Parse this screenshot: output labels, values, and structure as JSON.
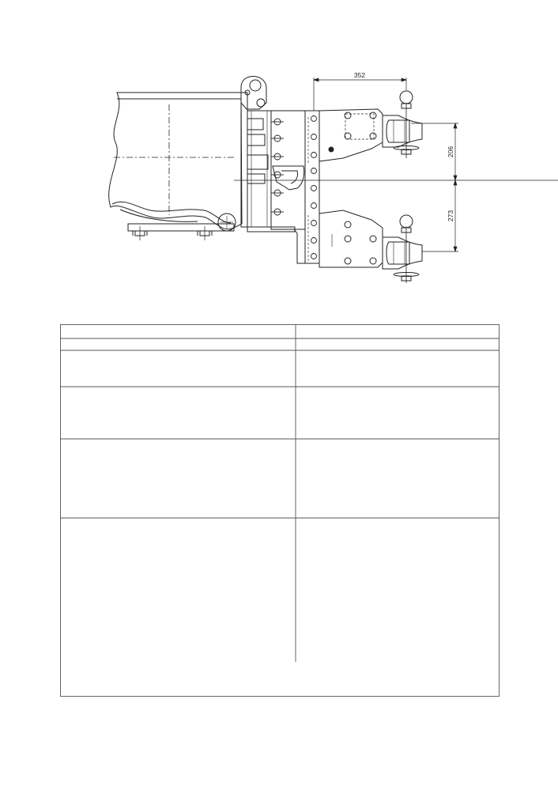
{
  "drawing": {
    "dimensions": {
      "offset_width": "352",
      "upper_height": "206",
      "lower_height": "273"
    }
  },
  "table": {
    "rows": [
      {
        "left": "",
        "right": ""
      },
      {
        "left": "",
        "right": ""
      },
      {
        "left": "",
        "right": ""
      },
      {
        "left": "",
        "right": ""
      },
      {
        "left": "",
        "right": ""
      },
      {
        "left": "",
        "right": ""
      }
    ]
  }
}
